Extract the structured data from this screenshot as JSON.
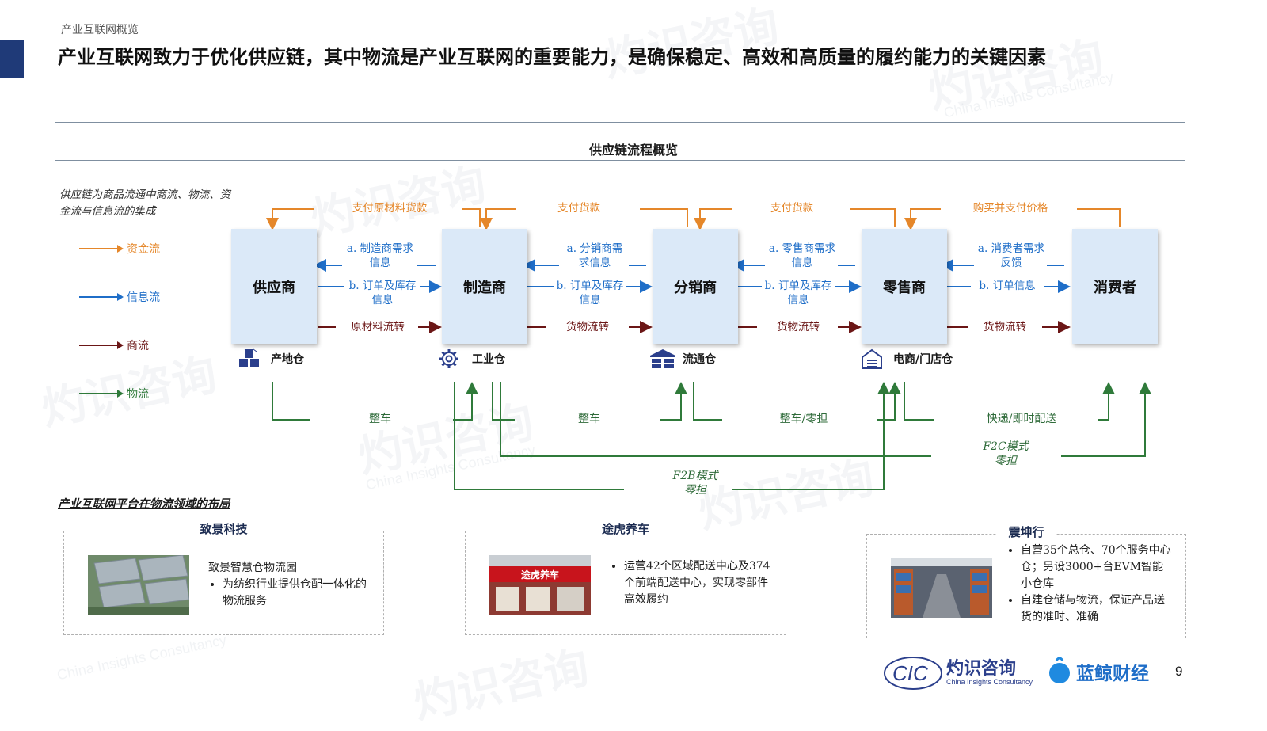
{
  "slide": {
    "breadcrumb": "产业互联网概览",
    "headline": "产业互联网致力于优化供应链，其中物流是产业互联网的重要能力，是确保稳定、高效和高质量的履约能力的关键因素",
    "page_number": "9"
  },
  "diagram": {
    "title": "供应链流程概览",
    "intro": "供应链为商品流通中商流、物流、资金流与信息流的集成",
    "legend": [
      {
        "label": "资金流",
        "color": "#e5872a"
      },
      {
        "label": "信息流",
        "color": "#1f6ec8"
      },
      {
        "label": "商流",
        "color": "#6b1616"
      },
      {
        "label": "物流",
        "color": "#2f7a3a"
      }
    ],
    "nodes": [
      "供应商",
      "制造商",
      "分销商",
      "零售商",
      "消费者"
    ],
    "payments": [
      "支付原材料货款",
      "支付货款",
      "支付货款",
      "购买并支付价格"
    ],
    "info_a": [
      "a. 制造商需求信息",
      "a. 分销商需求信息",
      "a. 零售商需求信息",
      "a. 消费者需求反馈"
    ],
    "info_b": [
      "b. 订单及库存信息",
      "b. 订单及库存信息",
      "b. 订单及库存信息",
      "b. 订单信息"
    ],
    "commerce": [
      "原材料流转",
      "货物流转",
      "货物流转",
      "货物流转"
    ],
    "warehouses": [
      {
        "label": "产地仓",
        "icon": "cubes-icon"
      },
      {
        "label": "工业仓",
        "icon": "gear-icon"
      },
      {
        "label": "流通仓",
        "icon": "warehouse-icon"
      },
      {
        "label": "电商/门店仓",
        "icon": "store-icon"
      }
    ],
    "transport": [
      "整车",
      "整车",
      "整车/零担",
      "快递/即时配送"
    ],
    "f2b": {
      "line1": "F2B模式",
      "line2": "零担"
    },
    "f2c": {
      "line1": "F2C模式",
      "line2": "零担"
    }
  },
  "layout_section": {
    "heading": "产业互联网平台在物流领域的布局",
    "cards": [
      {
        "title": "致景科技",
        "lead": "致景智慧仓物流园",
        "bullets": [
          "为纺织行业提供仓配一体化的物流服务"
        ],
        "photo": "logistics-park-aerial-photo"
      },
      {
        "title": "途虎养车",
        "lead": "",
        "bullets": [
          "运营42个区域配送中心及374个前端配送中心，实现零部件高效履约"
        ],
        "photo": "tuhu-store-photo",
        "sign_text": "途虎养车"
      },
      {
        "title": "震坤行",
        "lead": "",
        "bullets": [
          "自营35个总仓、70个服务中心仓；另设3000+台EVM智能小仓库",
          "自建仓储与物流，保证产品送货的准时、准确"
        ],
        "photo": "warehouse-interior-photo"
      }
    ]
  },
  "logos": {
    "cic_mark": "CIC",
    "cic_name": "灼识咨询",
    "cic_en": "China Insights Consultancy",
    "partner_name": "蓝鲸财经"
  },
  "colors": {
    "accent": "#1f3a78",
    "node_fill": "#dbe9f8",
    "money": "#e5872a",
    "info": "#1f6ec8",
    "commerce": "#6b1616",
    "logistics": "#2f7a3a"
  }
}
